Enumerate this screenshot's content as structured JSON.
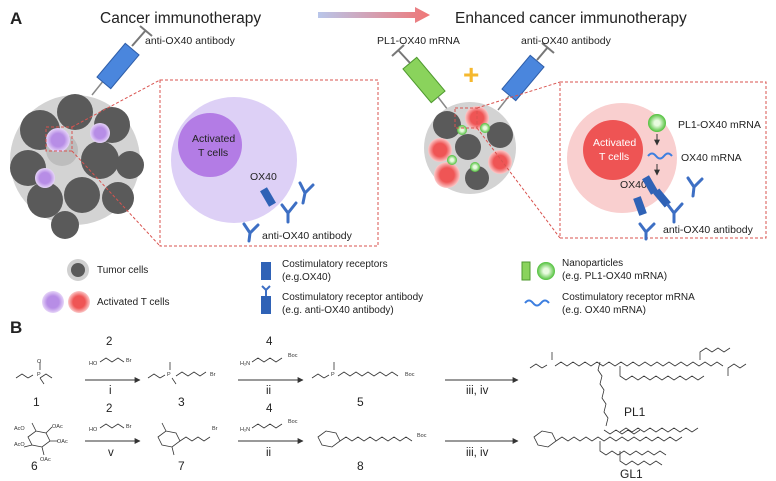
{
  "panel_a": {
    "label": "A",
    "left_title": "Cancer immunotherapy",
    "right_title": "Enhanced cancer immunotherapy",
    "antibody_left": "anti-OX40 antibody",
    "mrna_label": "PL1-OX40 mRNA",
    "antibody_right": "anti-OX40 antibody",
    "plus": "+",
    "zoom_left": {
      "cell_text_1": "Activated",
      "cell_text_2": "T cells",
      "receptor": "OX40",
      "antibody": "anti-OX40 antibody"
    },
    "zoom_right": {
      "cell_text_1": "Activated",
      "cell_text_2": "T cells",
      "np_label": "PL1-OX40 mRNA",
      "mrna_label": "OX40 mRNA",
      "receptor": "OX40",
      "antibody": "anti-OX40 antibody"
    },
    "legend": {
      "tumor": "Tumor cells",
      "activated": "Activated T cells",
      "receptor_1": "Costimulatory receptors",
      "receptor_2": "(e.g.OX40)",
      "antibody_1": "Costimulatory receptor antibody",
      "antibody_2": "(e.g. anti-OX40 antibody)",
      "np_1": "Nanoparticles",
      "np_2": "(e.g. PL1-OX40 mRNA)",
      "mrna_1": "Costimulatory receptor mRNA",
      "mrna_2": "(e.g. OX40 mRNA)"
    },
    "colors": {
      "tumor_dark": "#595959",
      "tumor_light": "#cfcfcf",
      "tcell_purple": "#b98ee8",
      "tcell_red": "#f05a5a",
      "receptor_blue": "#2f62b6",
      "antibody_blue": "#3d6fc4",
      "np_green": "#6fd35a",
      "dashed_red": "#d9534f"
    }
  },
  "panel_b": {
    "label": "B",
    "row1": {
      "compounds": [
        "1",
        "3",
        "5",
        "PL1"
      ],
      "steps": [
        {
          "reagent": "2",
          "cond": "i"
        },
        {
          "reagent": "4",
          "cond": "ii"
        },
        {
          "reagent": "",
          "cond": "iii, iv"
        }
      ],
      "reagent2_text": "HO",
      "reagent2_br": "Br",
      "reagent4_h2n": "H₂N",
      "reagent4_boc": "Boc"
    },
    "row2": {
      "compounds": [
        "6",
        "7",
        "8",
        "GL1"
      ],
      "steps": [
        {
          "reagent": "2",
          "cond": "v"
        },
        {
          "reagent": "4",
          "cond": "ii"
        },
        {
          "reagent": "",
          "cond": "iii, iv"
        }
      ]
    },
    "atoms": {
      "o": "O",
      "p": "P",
      "br": "Br",
      "n": "N",
      "nh": "H",
      "boc": "Boc",
      "oac": "OAc",
      "aco": "AcO",
      "ho": "HO",
      "h2n": "H₂N"
    }
  }
}
